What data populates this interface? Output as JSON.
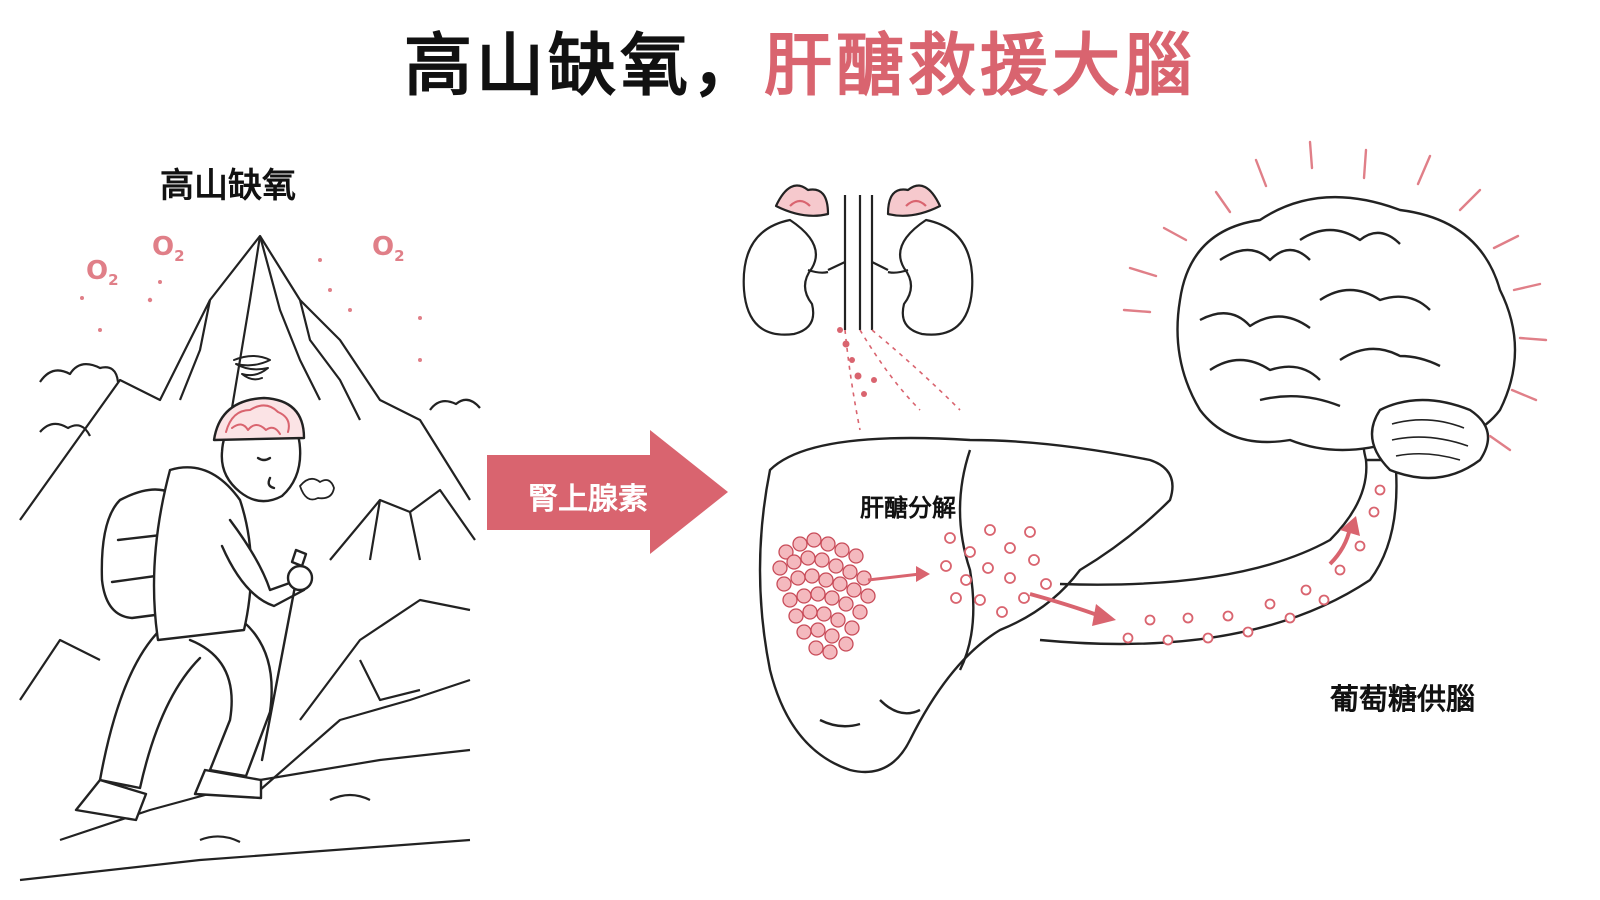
{
  "title": {
    "part1": "高山缺氧，",
    "part2": "肝醣救援大腦"
  },
  "labels": {
    "altitude": "高山缺氧",
    "hormone": "腎上腺素",
    "glycogenolysis": "肝醣分解",
    "glucose_to_brain": "葡萄糖供腦"
  },
  "oxygen": {
    "symbol": "O",
    "subscript": "2"
  },
  "colors": {
    "accent": "#d9646f",
    "accent_light": "#e07f88",
    "ink": "#111111"
  },
  "icons": [
    "mountain-icon",
    "hiker-icon",
    "kidneys-icon",
    "liver-icon",
    "blood-vessel-icon",
    "brain-icon"
  ]
}
